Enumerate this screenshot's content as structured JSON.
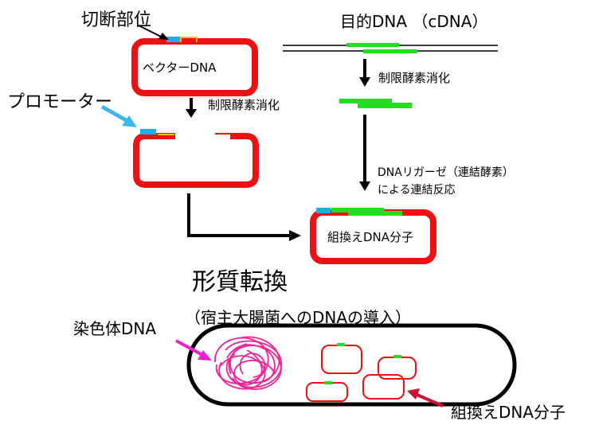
{
  "labels": {
    "cut_site": "切断部位",
    "target_dna": "目的DNA （cDNA）",
    "vector_dna": "ベクターDNA",
    "promoter": "プロモーター",
    "restriction_left": "制限酵素消化",
    "restriction_right": "制限酵素消化",
    "ligase_line1": "DNAリガーゼ（連結酵素）",
    "ligase_line2": "による連結反応",
    "recombinant_box": "組換えDNA分子",
    "transformation": "形質転換",
    "introduction": "（宿主大腸菌へのDNAの導入）",
    "chromosomal_dna": "染色体DNA",
    "recombinant_bottom": "組換えDNA分子"
  },
  "colors": {
    "vector": "#ee1111",
    "insert": "#22dd22",
    "promoter": "#1eaeea",
    "promoter_arrow": "#3bb8ee",
    "chromosome": "#ee2299",
    "pointer_magenta": "#ee22cc",
    "pointer_red": "#cc1133",
    "outline": "#000000"
  }
}
